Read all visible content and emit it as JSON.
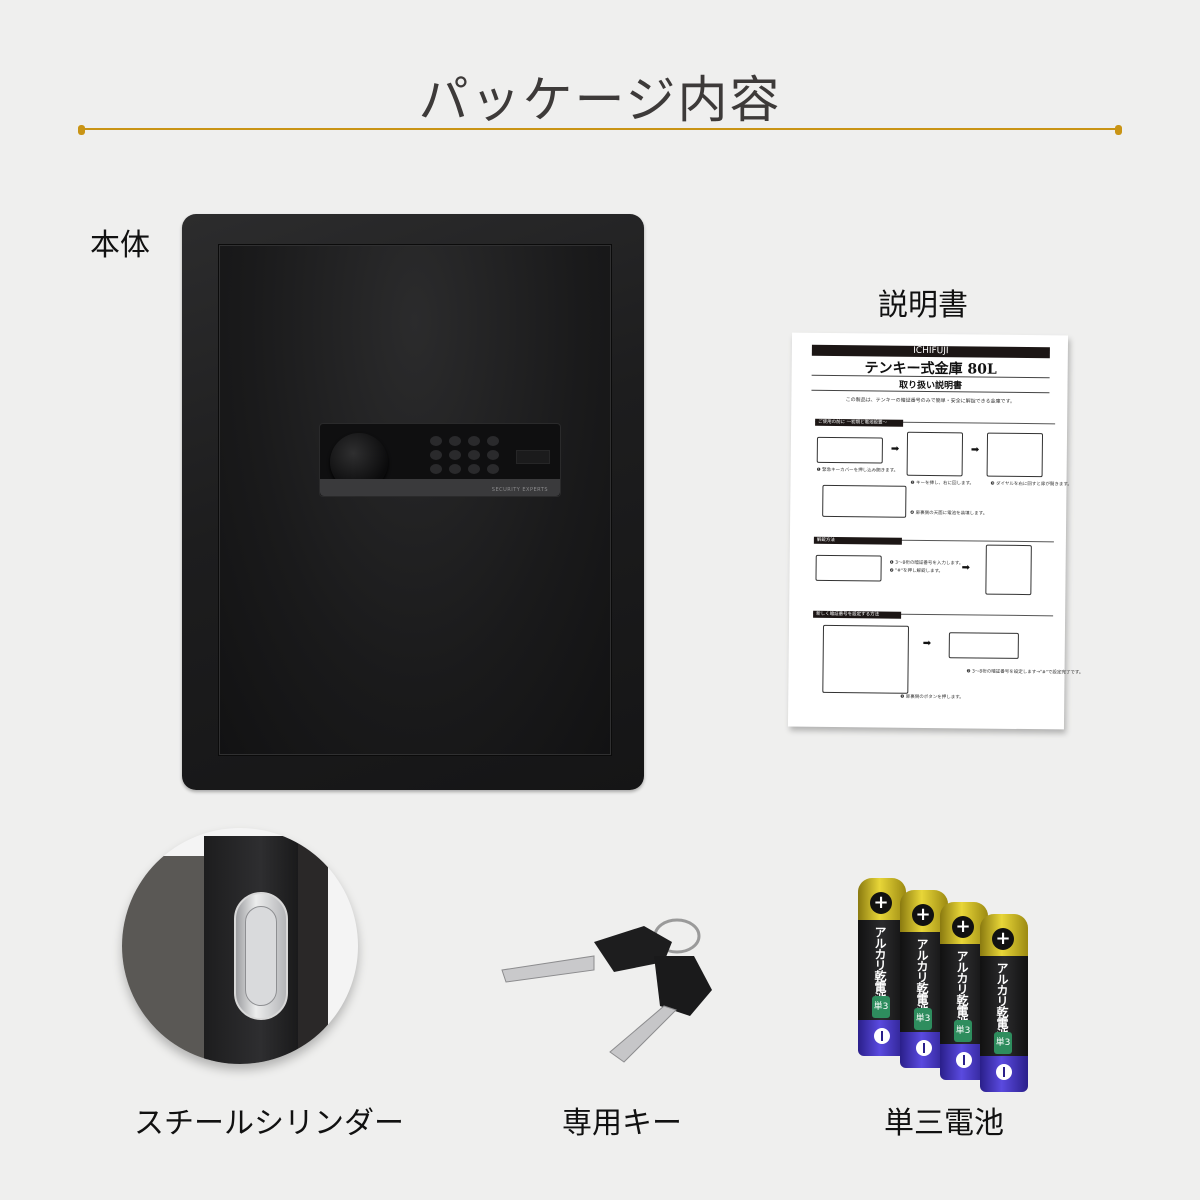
{
  "header": {
    "title": "パッケージ内容",
    "rule_color": "#c99415"
  },
  "items": {
    "body": {
      "label": "本体",
      "panel_brand": "SECURITY EXPERTS"
    },
    "manual": {
      "label": "説明書",
      "brand": "ICHIFUJI",
      "title": "テンキー式金庫 80L",
      "subtitle": "取り扱い説明書",
      "description": "この製品は、テンキーの暗証番号のみで簡単・安全に解錠できる金庫です。",
      "sections": [
        {
          "heading": "ご使用の前に 〜初期と電池設置〜",
          "steps": [
            "❶ 緊急キーカバーを押し込み開きます。",
            "❷ キーを挿し、右に回します。",
            "❸ ダイヤルを右に回すと扉が開きます。",
            "❹ 扉裏側の天面に電池を装填します。"
          ]
        },
        {
          "heading": "解錠方法",
          "steps": [
            "❶ 3〜8桁の暗証番号を入力します。",
            "❷ \"#\"を押し解錠します。"
          ]
        },
        {
          "heading": "新しく暗証番号を設定する方法",
          "steps": [
            "❶ 扉裏側のボタンを押します。",
            "❷ 3〜8桁の暗証番号を設定します→\"#\"で設定完了です。"
          ]
        }
      ]
    },
    "cylinder": {
      "label": "スチールシリンダー"
    },
    "keys": {
      "label": "専用キー"
    },
    "batteries": {
      "label": "単三電池",
      "count": 4,
      "battery_text": "アルカリ乾電池",
      "badge": "単3",
      "plus_symbol": "+"
    }
  }
}
